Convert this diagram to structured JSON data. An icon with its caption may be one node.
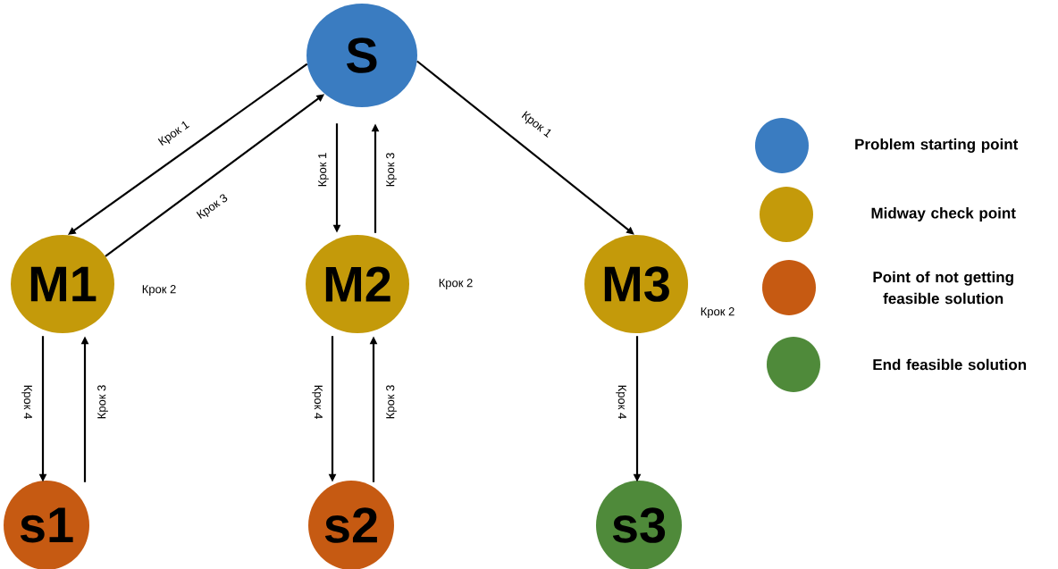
{
  "diagram": {
    "nodes": [
      {
        "text": [
          "S"
        ]
      },
      {
        "text": [
          "M1"
        ],
        "beside": [
          "Крок 2"
        ]
      },
      {
        "text": [
          "M2"
        ],
        "beside": [
          "Крок 2"
        ]
      },
      {
        "text": [
          "M3"
        ],
        "beside": [
          "Крок 2"
        ]
      },
      {
        "text": [
          "s1"
        ]
      },
      {
        "text": [
          "s2"
        ]
      },
      {
        "text": [
          "s3"
        ]
      }
    ],
    "edges": [
      {
        "from": 0,
        "to": 1,
        "arrow": "to",
        "label": "Крок 1"
      },
      {
        "from": 1,
        "to": 0,
        "arrow": "to",
        "label": "Крок 3"
      },
      {
        "from": 0,
        "to": 2,
        "arrow": "to",
        "label": "Крок 1"
      },
      {
        "from": 2,
        "to": 0,
        "arrow": "to",
        "label": "Крок 3"
      },
      {
        "from": 0,
        "to": 3,
        "arrow": "to",
        "label": "Крок 1"
      },
      {
        "from": 1,
        "to": 4,
        "arrow": "to",
        "label": "Крок 4"
      },
      {
        "from": 4,
        "to": 1,
        "arrow": "to",
        "label": "Крок 3"
      },
      {
        "from": 2,
        "to": 5,
        "arrow": "to",
        "label": "Крок 4"
      },
      {
        "from": 5,
        "to": 2,
        "arrow": "to",
        "label": "Крок 3"
      },
      {
        "from": 3,
        "to": 6,
        "arrow": "to",
        "label": "Крок 4"
      }
    ],
    "legend": [
      {
        "text": "Problem starting point",
        "color": "#3a7cc1"
      },
      {
        "text": "Midway check point",
        "color": "#c49a0a"
      },
      {
        "text": "Point of not getting feasible solution",
        "color": "#c65a12"
      },
      {
        "text": "End feasible solution",
        "color": "#4f8a3a"
      }
    ]
  }
}
